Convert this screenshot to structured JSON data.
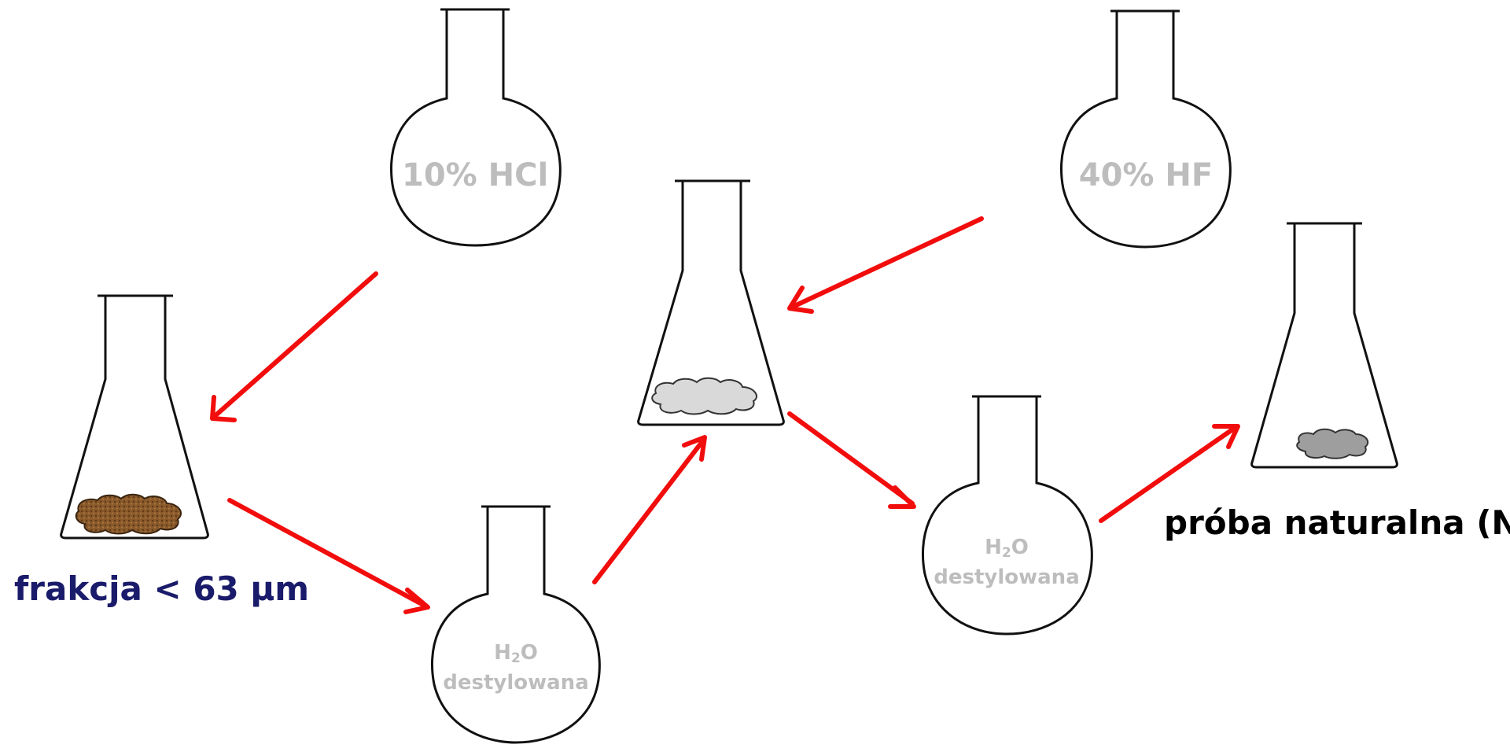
{
  "diagram": {
    "reagents": {
      "hcl_label": "10% HCl",
      "hf_label": "40% HF",
      "water_1_h": "H",
      "water_1_sub": "2",
      "water_1_o": "O",
      "water_1_desc": "destylowana",
      "water_2_h": "H",
      "water_2_sub": "2",
      "water_2_o": "O",
      "water_2_desc": "destylowana"
    },
    "captions": {
      "fraction": "frakcja < 63 µm",
      "natural_sample": "próba naturalna (N)"
    },
    "colors": {
      "arrow": "#f20d0d",
      "glass_outline": "#111111",
      "reagent_text": "#bdbdbd",
      "fraction_text": "#1b1b6b",
      "sample_text": "#000000",
      "sediment_brown": "#8a5a2b",
      "sediment_light": "#d9d9d9",
      "sediment_grey": "#9e9e9e"
    }
  }
}
